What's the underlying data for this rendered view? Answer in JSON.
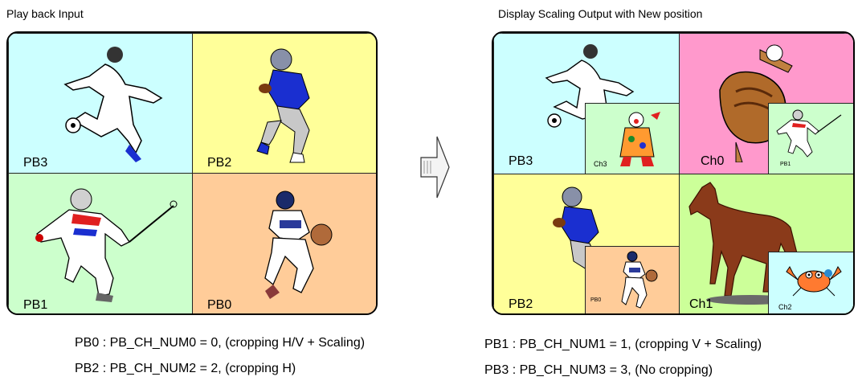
{
  "input_title": "Play back Input",
  "output_title": "Display Scaling Output with New position",
  "input_cells": {
    "pb3": "PB3",
    "pb2": "PB2",
    "pb1": "PB1",
    "pb0": "PB0"
  },
  "output_cells": {
    "pb3": "PB3",
    "ch3": "Ch3",
    "ch0": "Ch0",
    "pb1": "PB1",
    "pb2": "PB2",
    "pb0": "PB0",
    "ch1": "Ch1",
    "ch2": "Ch2"
  },
  "notes": {
    "pb0": "PB0 : PB_CH_NUM0 = 0, (cropping H/V + Scaling)",
    "pb2": "PB2 : PB_CH_NUM2 = 2, (cropping H)",
    "pb1": "PB1 : PB_CH_NUM1 = 1, (cropping V + Scaling)",
    "pb3": "PB3 : PB_CH_NUM3 = 3, (No cropping)"
  },
  "colors": {
    "cyan": "#ccffff",
    "yellow": "#ffff99",
    "green": "#ccffcc",
    "orange": "#ffcc99",
    "pink": "#ff99cc",
    "lime": "#ccff99"
  }
}
